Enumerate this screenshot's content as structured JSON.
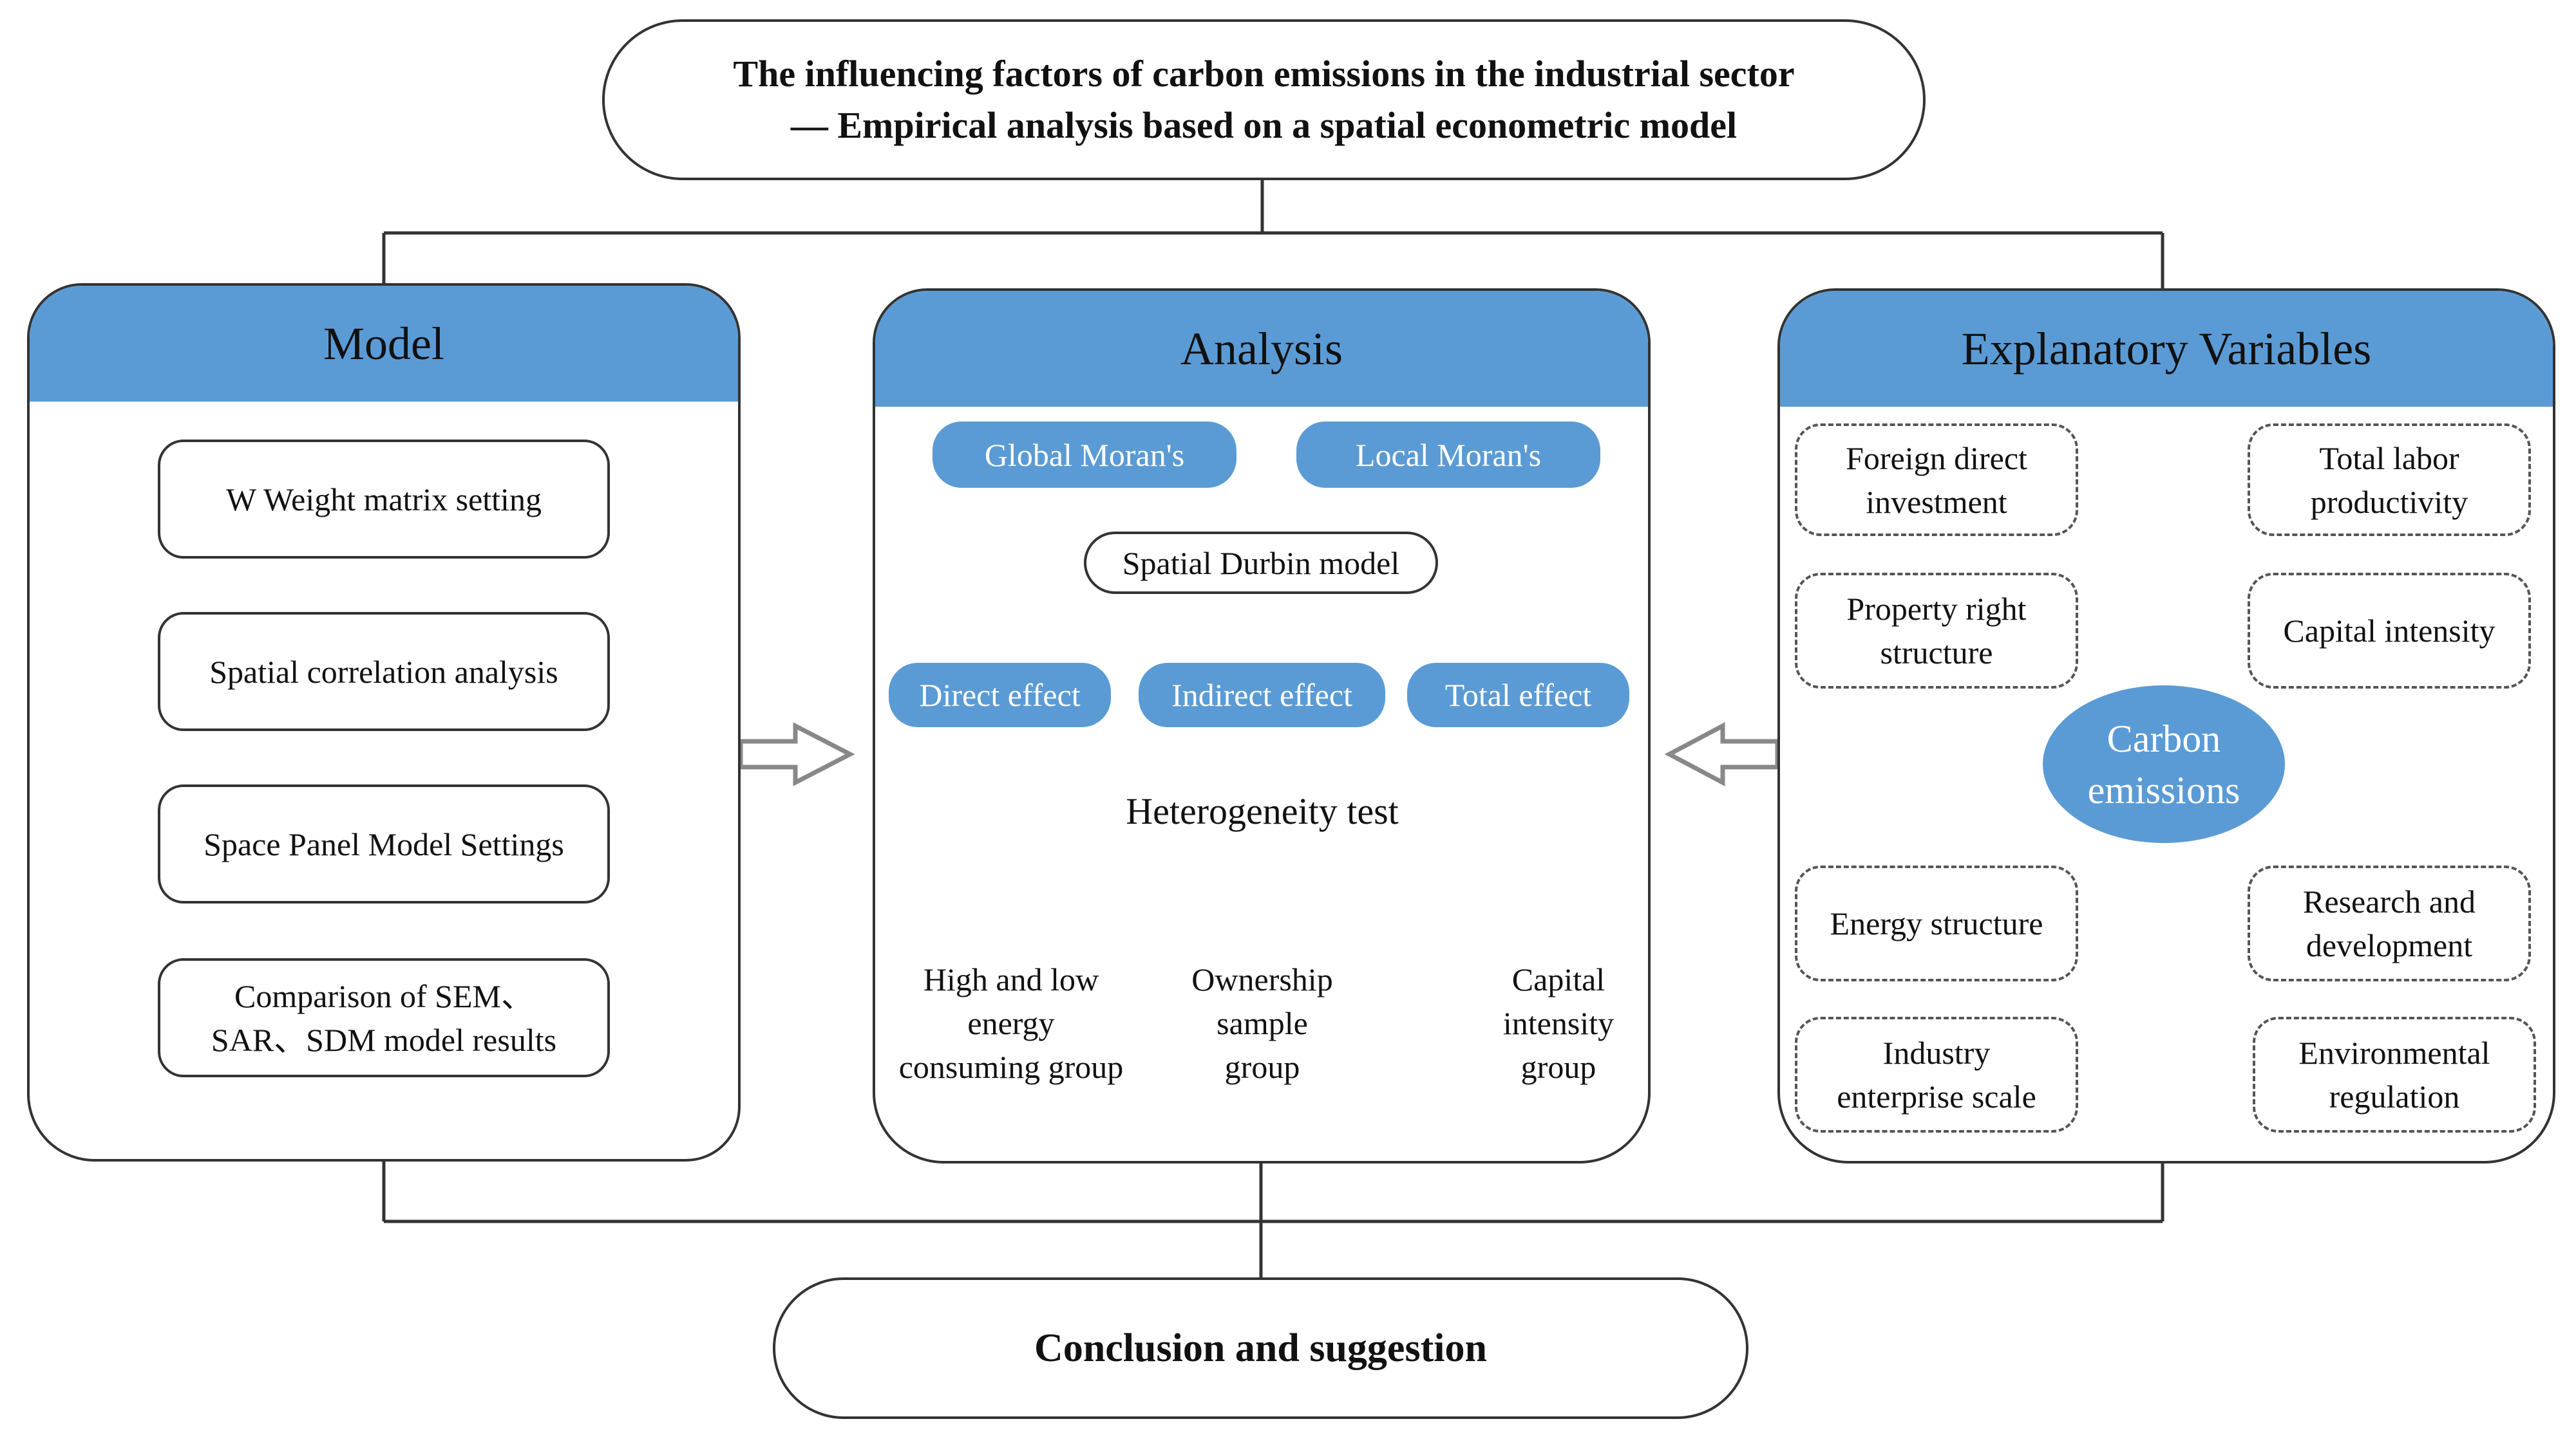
{
  "title": {
    "line1": "The influencing factors of carbon emissions in the industrial sector",
    "line2": "— Empirical analysis based on a spatial econometric model"
  },
  "conclusion": "Conclusion and suggestion",
  "model": {
    "heading": "Model",
    "steps": [
      "W Weight matrix setting",
      "Spatial correlation analysis",
      "Space Panel Model Settings",
      "Comparison of SEM、",
      "SAR、SDM model results"
    ]
  },
  "analysis": {
    "heading": "Analysis",
    "global_morans": "Global Moran's",
    "local_morans": "Local Moran's",
    "sdm": "Spatial Durbin model",
    "direct": "Direct effect",
    "indirect": "Indirect effect",
    "total": "Total effect",
    "heterogeneity": "Heterogeneity test",
    "groups": [
      [
        "High and low",
        "energy",
        "consuming group"
      ],
      [
        "Ownership",
        "sample",
        "group"
      ],
      [
        "Capital",
        "intensity",
        "group"
      ]
    ]
  },
  "explanatory": {
    "heading": "Explanatory Variables",
    "center": [
      "Carbon",
      "emissions"
    ],
    "vars": [
      [
        "Foreign direct",
        "investment"
      ],
      [
        "Total labor",
        "productivity"
      ],
      [
        "Property right",
        "structure"
      ],
      [
        "Capital intensity"
      ],
      [
        "Energy structure"
      ],
      [
        "Research and",
        "development"
      ],
      [
        "Industry",
        "enterprise scale"
      ],
      [
        "Environmental",
        "regulation"
      ]
    ]
  },
  "colors": {
    "accent": "#5b9bd5",
    "line": "#333333"
  }
}
